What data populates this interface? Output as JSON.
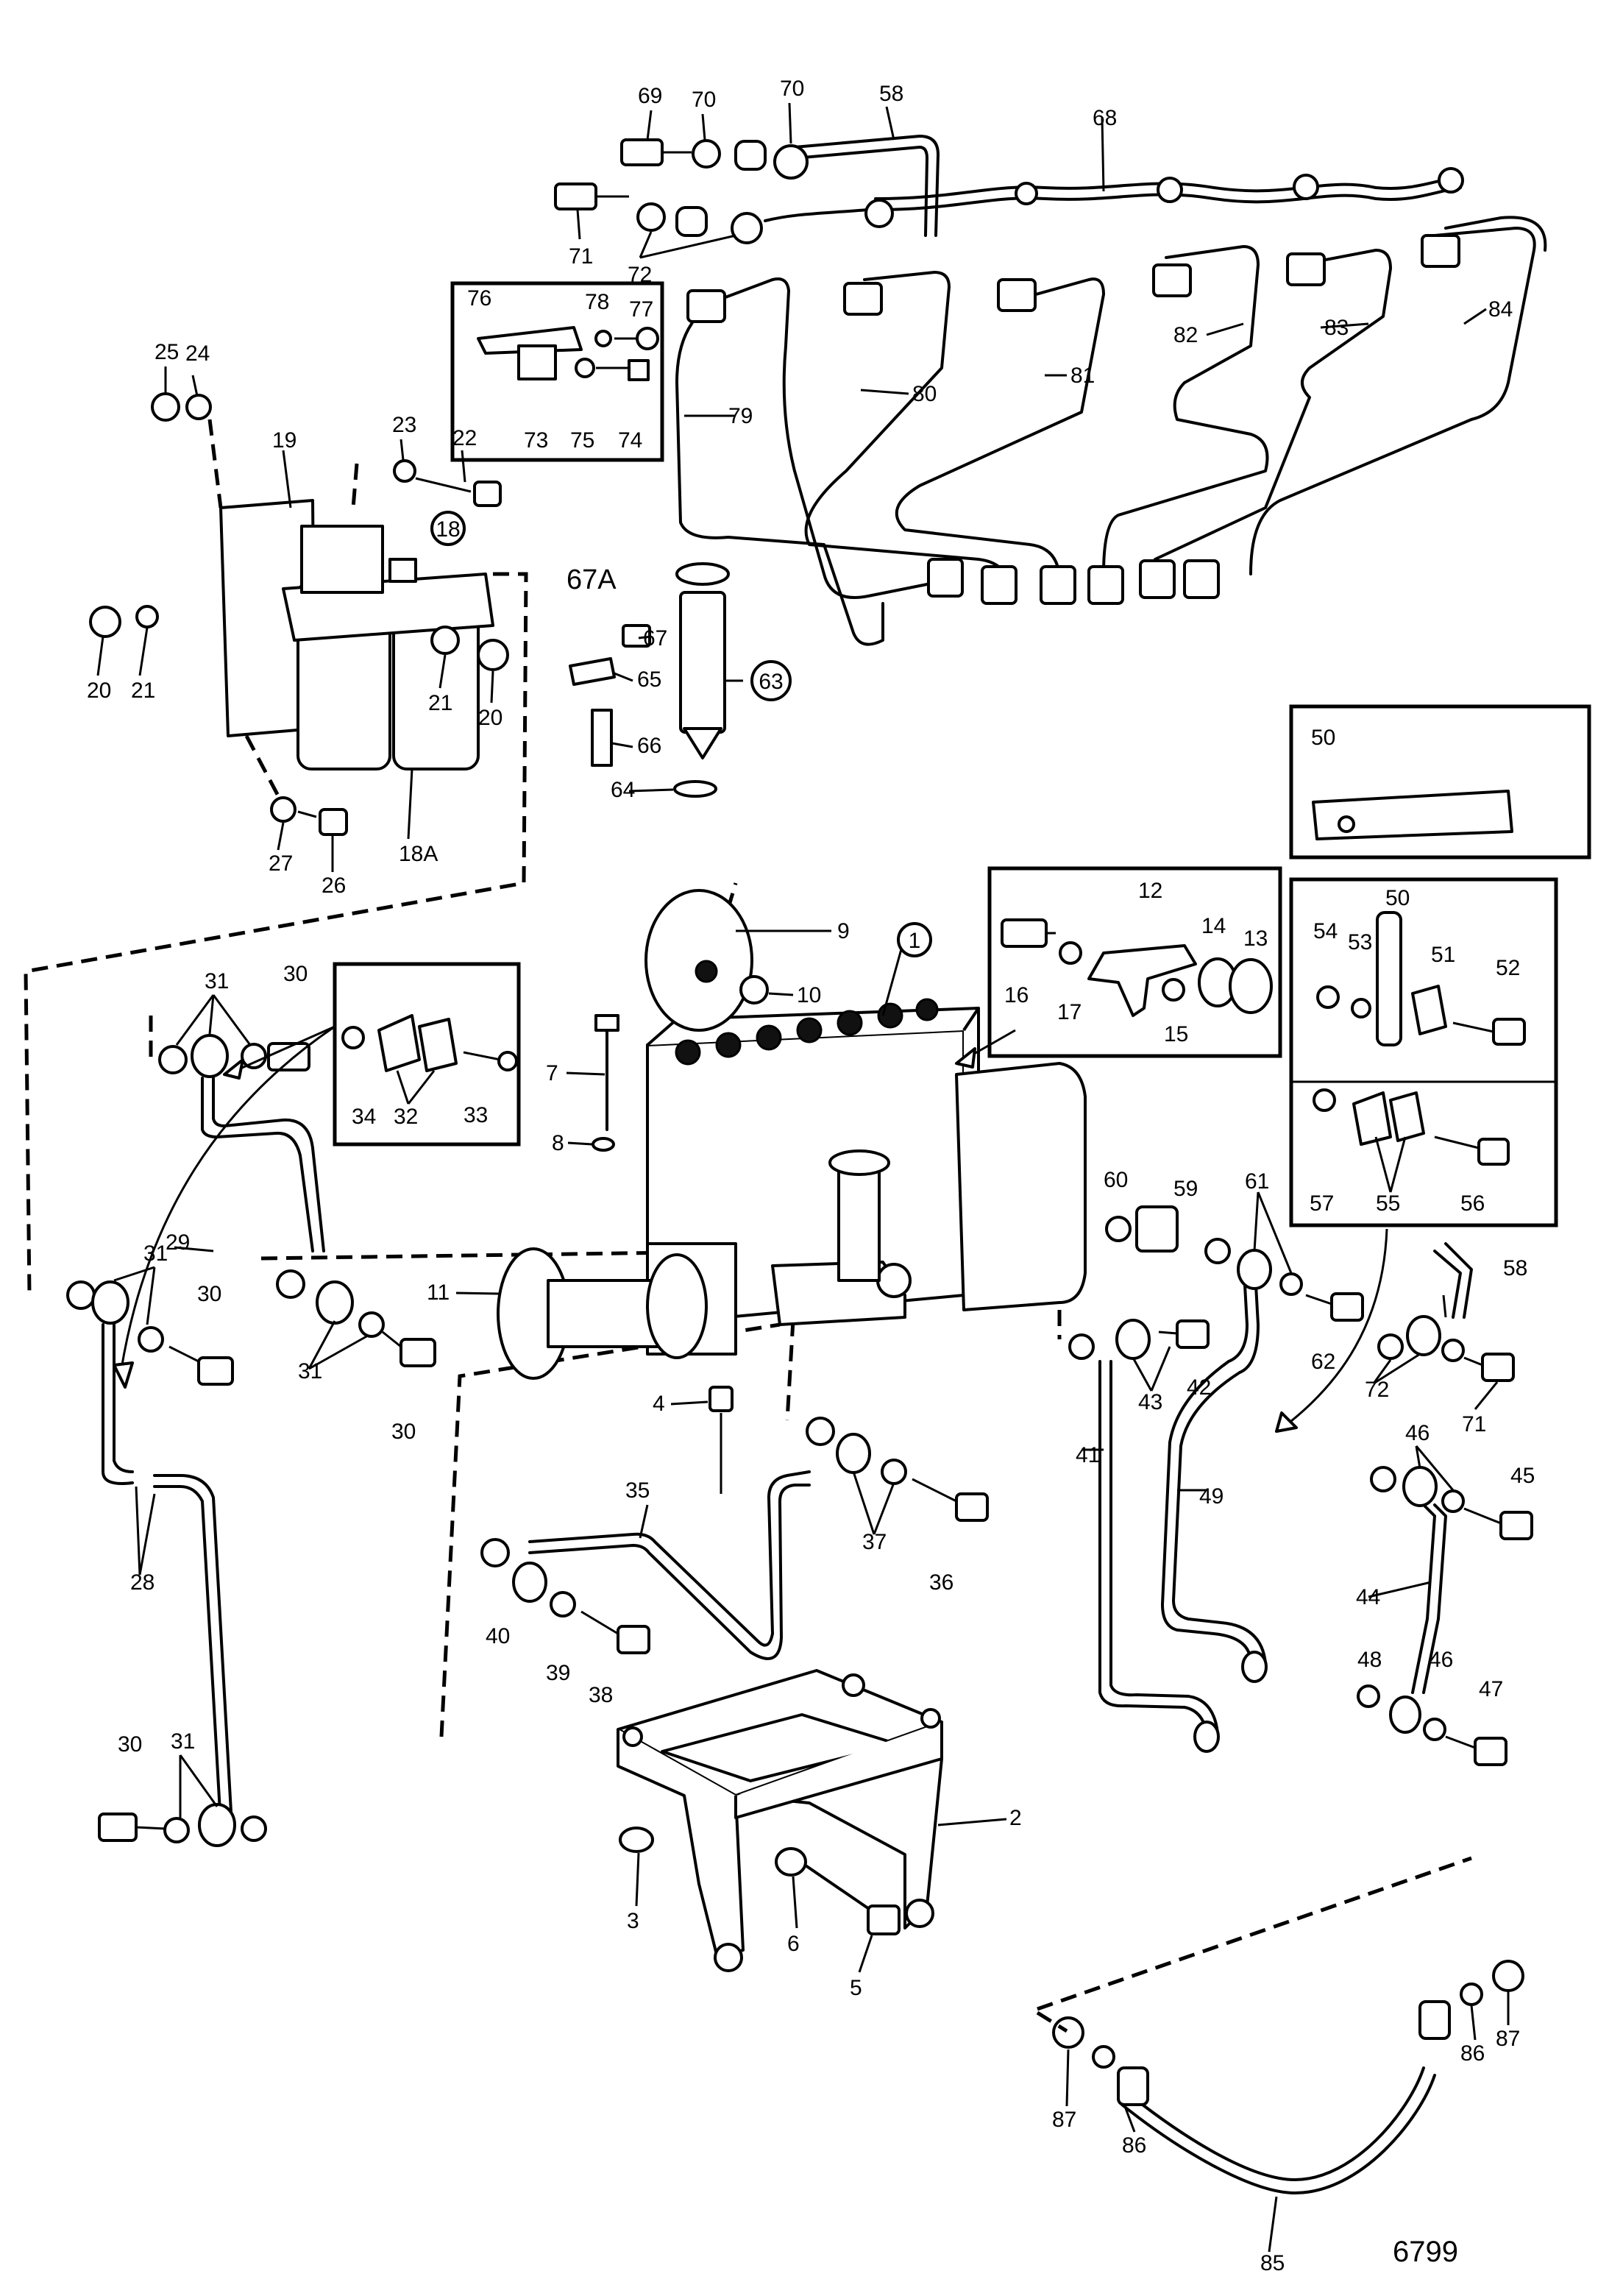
{
  "drawing_number": "6799",
  "labels": {
    "p1": "1",
    "p2": "2",
    "p3": "3",
    "p4": "4",
    "p5": "5",
    "p6": "6",
    "p7": "7",
    "p8": "8",
    "p9": "9",
    "p10": "10",
    "p11": "11",
    "p12": "12",
    "p13": "13",
    "p14": "14",
    "p15": "15",
    "p16": "16",
    "p17": "17",
    "p18": "18",
    "p18a": "18A",
    "p19": "19",
    "p20a": "20",
    "p20b": "20",
    "p21a": "21",
    "p21b": "21",
    "p22": "22",
    "p23": "23",
    "p24": "24",
    "p25": "25",
    "p26": "26",
    "p27": "27",
    "p28": "28",
    "p29": "29",
    "p30a": "30",
    "p30b": "30",
    "p30c": "30",
    "p30d": "30",
    "p31a": "31",
    "p31b": "31",
    "p31c": "31",
    "p31d": "31",
    "p32": "32",
    "p33": "33",
    "p34": "34",
    "p35": "35",
    "p36": "36",
    "p37": "37",
    "p38": "38",
    "p39": "39",
    "p40": "40",
    "p41": "41",
    "p42": "42",
    "p43": "43",
    "p44": "44",
    "p45": "45",
    "p46a": "46",
    "p46b": "46",
    "p47": "47",
    "p48": "48",
    "p49": "49",
    "p50a": "50",
    "p50b": "50",
    "p51": "51",
    "p52": "52",
    "p53": "53",
    "p54": "54",
    "p55": "55",
    "p56": "56",
    "p57": "57",
    "p58a": "58",
    "p58b": "58",
    "p59": "59",
    "p60": "60",
    "p61": "61",
    "p62": "62",
    "p63": "63",
    "p64": "64",
    "p65": "65",
    "p66": "66",
    "p67": "67",
    "p67a": "67A",
    "p68": "68",
    "p69": "69",
    "p70a": "70",
    "p70b": "70",
    "p71a": "71",
    "p71b": "71",
    "p72a": "72",
    "p72b": "72",
    "p73": "73",
    "p74": "74",
    "p75": "75",
    "p76": "76",
    "p77": "77",
    "p78": "78",
    "p79": "79",
    "p80": "80",
    "p81": "81",
    "p82": "82",
    "p83": "83",
    "p84": "84",
    "p85": "85",
    "p86a": "86",
    "p86b": "86",
    "p87a": "87",
    "p87b": "87"
  }
}
